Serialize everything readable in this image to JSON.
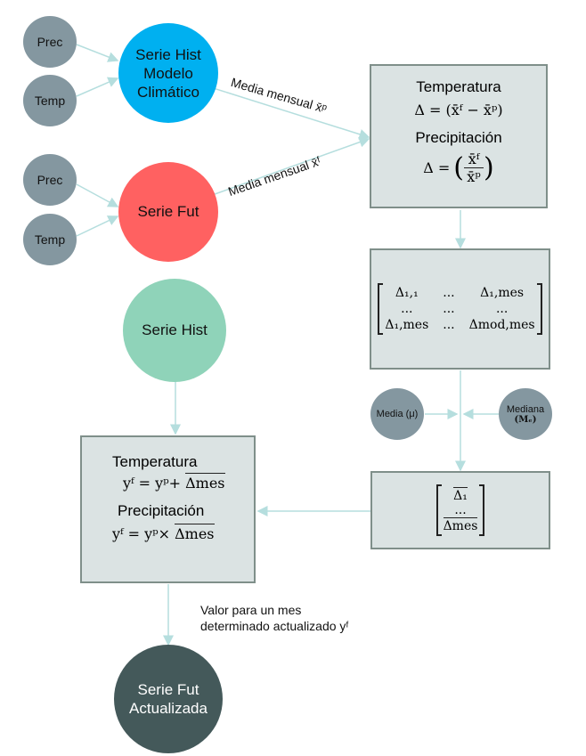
{
  "nodes": {
    "prec1": "Prec",
    "temp1": "Temp",
    "prec2": "Prec",
    "temp2": "Temp",
    "hist_model": "Serie Hist Modelo Climático",
    "fut": "Serie Fut",
    "hist": "Serie Hist",
    "fut_upd": "Serie Fut Actualizada",
    "media": "Media (μ)",
    "mediana": "Mediana",
    "mediana_sym": "(Mₑ)"
  },
  "edges": {
    "media_hist": "Media mensual x̄ᵖ",
    "media_fut": "Media mensual x̄ᶠ",
    "valor_line1": "Valor para un mes",
    "valor_line2": "determinado actualizado yᶠ"
  },
  "delta_box": {
    "temp_title": "Temperatura",
    "temp_formula": "Δ = (x̄ᶠ − x̄ᵖ)",
    "prec_title": "Precipitación",
    "prec_lhs": "Δ =",
    "prec_num": "x̄ᶠ",
    "prec_den": "x̄ᵖ"
  },
  "matrix": {
    "r1c1": "Δ₁,₁",
    "r1c2": "...",
    "r1c3": "Δ₁,mes",
    "r2c1": "...",
    "r2c2": "...",
    "r2c3": "...",
    "r3c1": "Δ₁,mes",
    "r3c2": "...",
    "r3c3": "Δmod,mes"
  },
  "vector": {
    "v1": "Δ₁",
    "v2": "...",
    "v3": "Δmes"
  },
  "result_box": {
    "temp_title": "Temperatura",
    "temp_formula": "yᶠ = yᵖ+",
    "temp_bar": "Δmes",
    "prec_title": "Precipitación",
    "prec_formula": "yᶠ = yᵖ×",
    "prec_bar": "Δmes"
  },
  "colors": {
    "hist_model": "#00b0f0",
    "fut": "#ff6161",
    "hist": "#8fd3b9",
    "fut_upd": "#44595a",
    "small": "#8497a0",
    "arrow": "#b5dede"
  }
}
